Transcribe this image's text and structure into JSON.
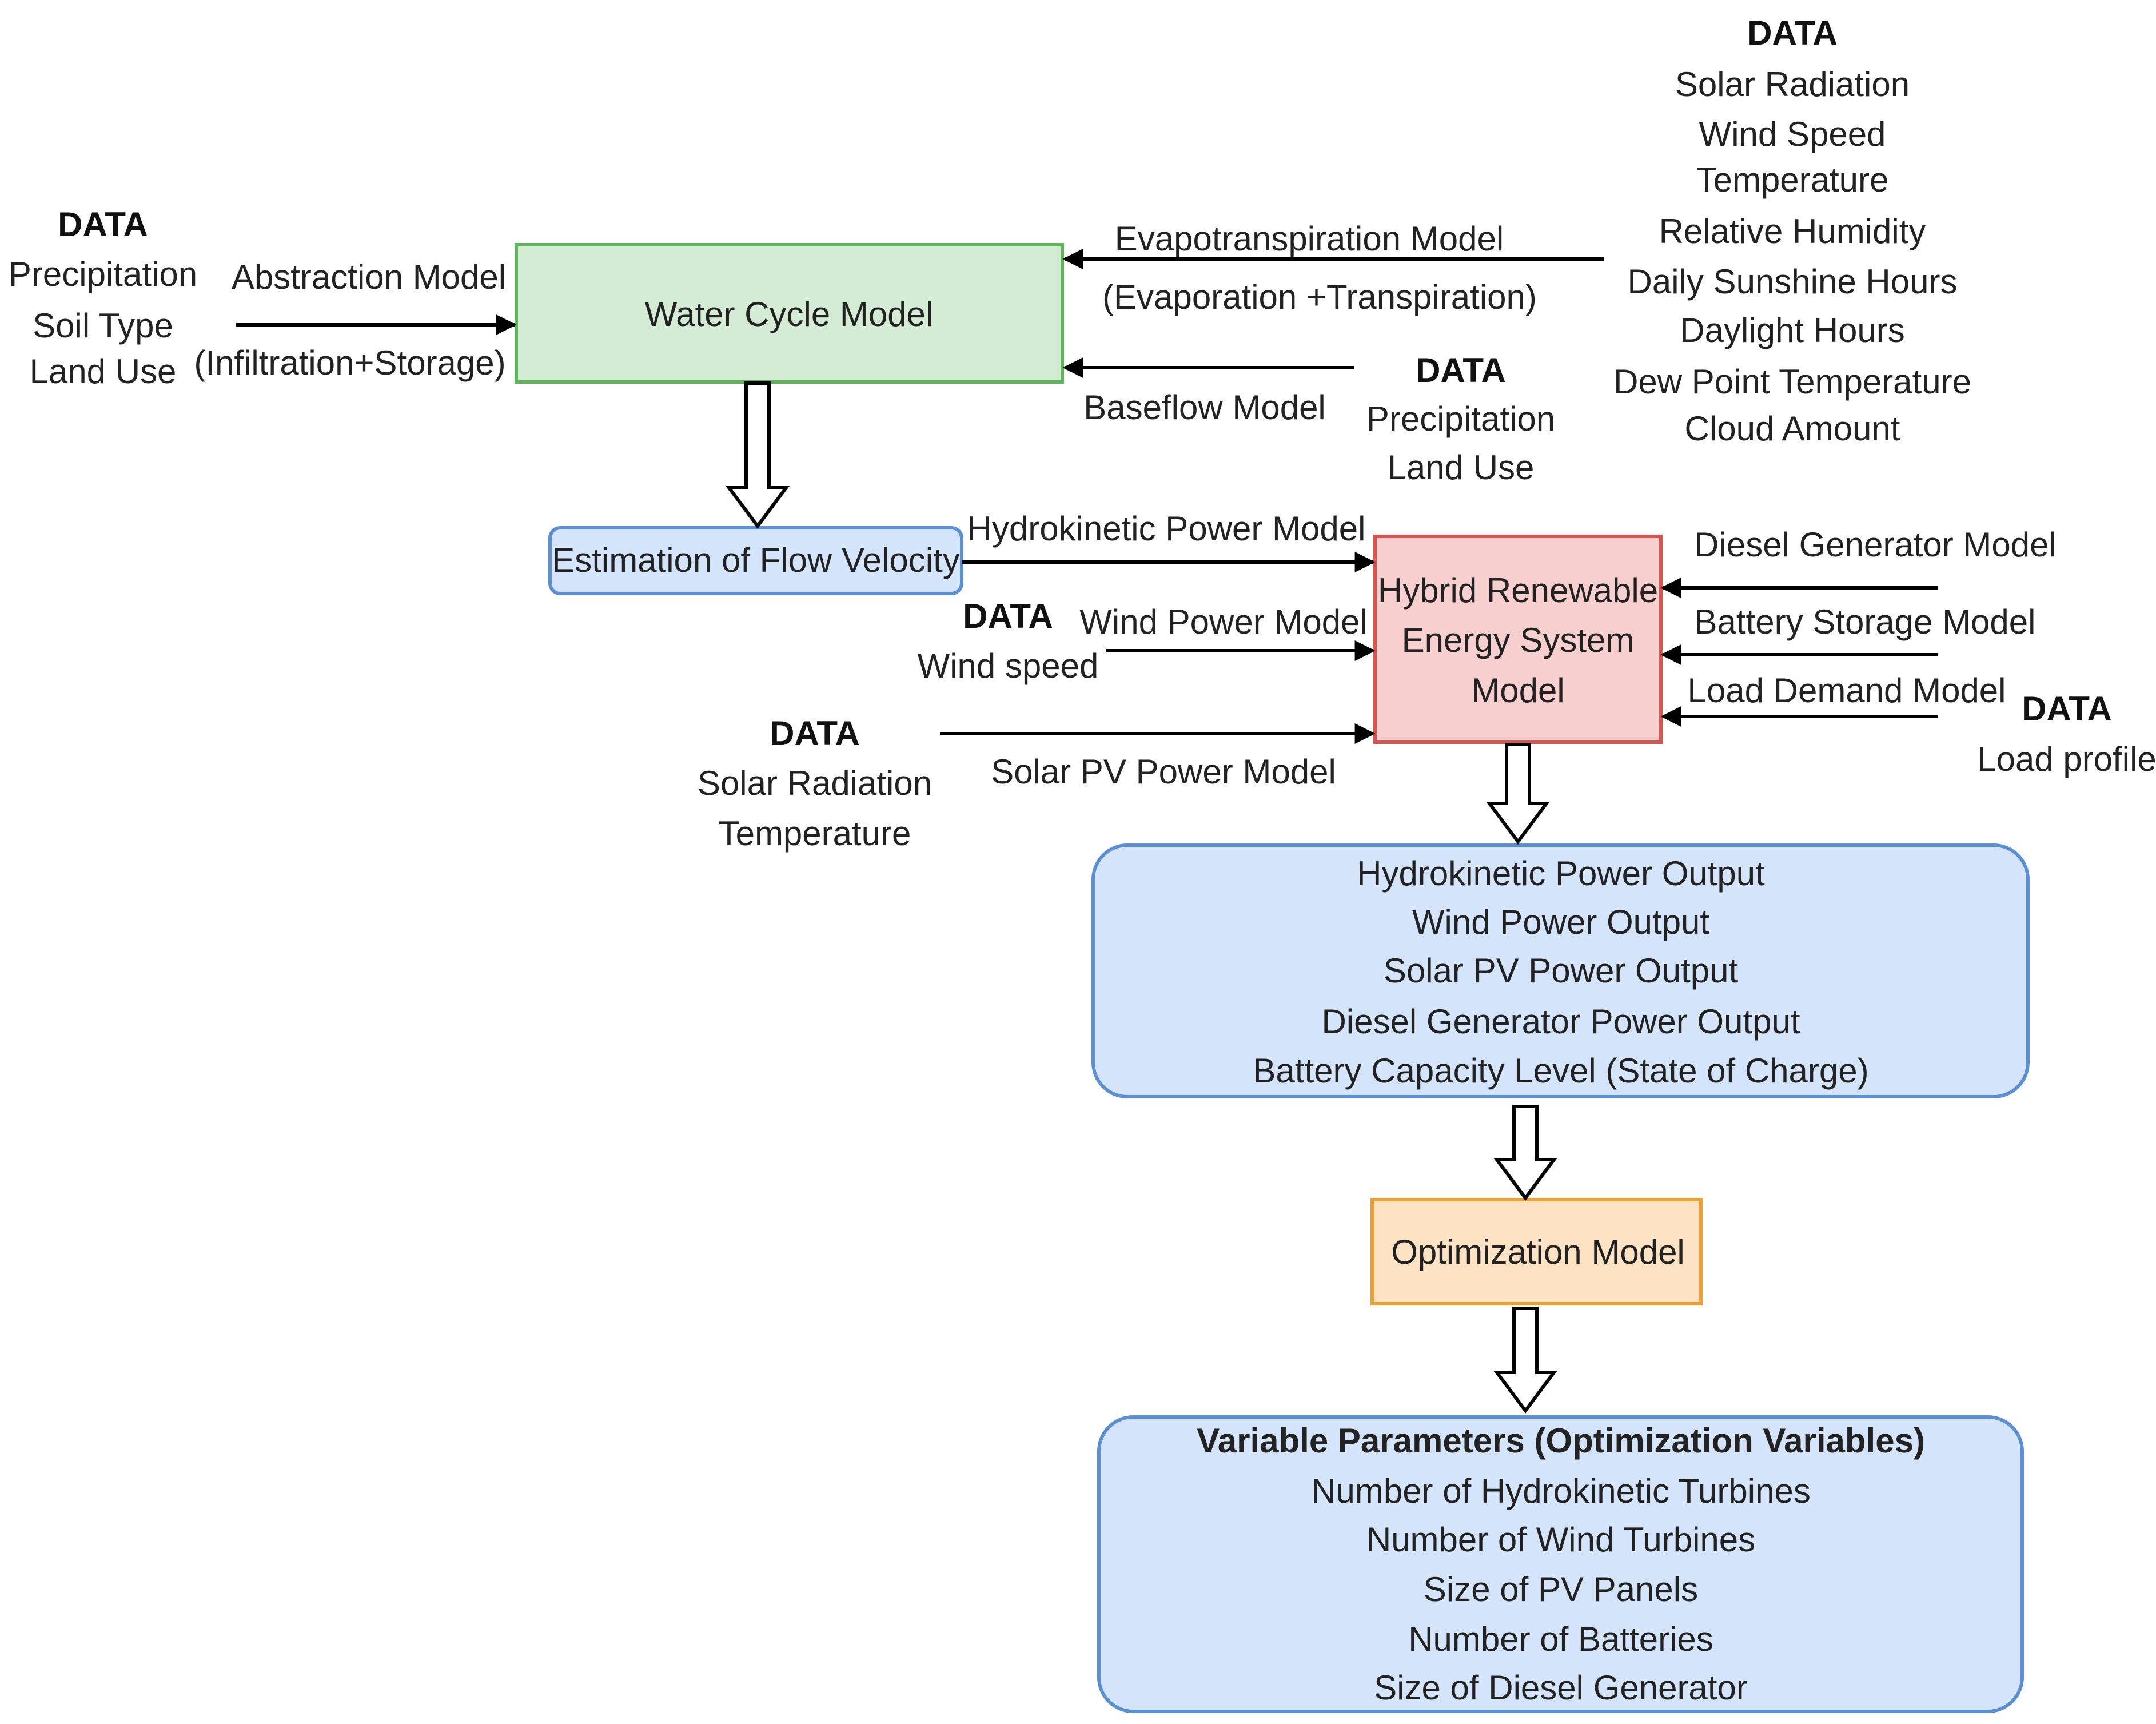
{
  "nodes": {
    "water_cycle": {
      "label": "Water Cycle Model",
      "fill": "#d5ecd4",
      "stroke": "#5fb35b"
    },
    "flow_velocity": {
      "label": "Estimation of  Flow Velocity",
      "fill": "#d4e5fb",
      "stroke": "#5a8fd6"
    },
    "hres": {
      "lines": [
        "Hybrid Renewable",
        "Energy System",
        "Model"
      ],
      "fill": "#f7cfcf",
      "stroke": "#d9534f"
    },
    "outputs": {
      "lines": [
        "Hydrokinetic Power Output",
        "Wind Power Output",
        "Solar PV Power Output",
        "Diesel Generator Power Output",
        "Battery Capacity Level (State of Charge)"
      ],
      "fill": "#d4e5fb",
      "stroke": "#5a8fd6"
    },
    "optimization": {
      "label": "Optimization Model",
      "fill": "#fde3c4",
      "stroke": "#f0a030"
    },
    "variables": {
      "title": "Variable Parameters (Optimization Variables)",
      "lines": [
        "Number of Hydrokinetic Turbines",
        "Number of Wind Turbines",
        "Size of PV Panels",
        "Number of Batteries",
        "Size of Diesel Generator"
      ],
      "fill": "#d4e5fb",
      "stroke": "#5a8fd6"
    }
  },
  "data_blocks": {
    "abstraction": {
      "title": "DATA",
      "lines": [
        "Precipitation",
        "Soil Type",
        "Land Use"
      ]
    },
    "evapotranspiration": {
      "title": "DATA",
      "lines": [
        "Solar Radiation",
        "Wind Speed",
        "Temperature",
        "Relative Humidity",
        "Daily Sunshine Hours",
        "Daylight Hours",
        "Dew Point Temperature",
        "Cloud Amount"
      ]
    },
    "baseflow": {
      "title": "DATA",
      "lines": [
        "Precipitation",
        "Land Use"
      ]
    },
    "wind": {
      "title": "DATA",
      "lines": [
        "Wind speed"
      ]
    },
    "solar": {
      "title": "DATA",
      "lines": [
        "Solar Radiation",
        "Temperature"
      ]
    },
    "load": {
      "title": "DATA",
      "lines": [
        "Load profile"
      ]
    }
  },
  "edge_labels": {
    "abstraction": [
      "Abstraction Model",
      "(Infiltration+Storage)"
    ],
    "evapotranspiration": [
      "Evapotranspiration Model",
      "(Evaporation +Transpiration)"
    ],
    "baseflow": "Baseflow Model",
    "hydrokinetic": "Hydrokinetic Power Model",
    "wind": "Wind Power Model",
    "solar": "Solar PV Power Model",
    "diesel": "Diesel Generator Model",
    "battery": "Battery Storage Model",
    "load": "Load Demand Model"
  }
}
